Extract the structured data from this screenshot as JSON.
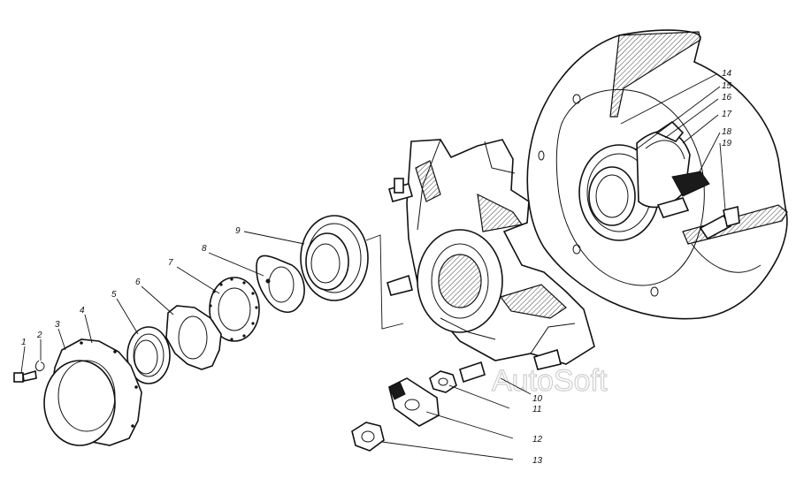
{
  "callouts": [
    {
      "id": "1",
      "text": "1"
    },
    {
      "id": "2",
      "text": "2"
    },
    {
      "id": "3",
      "text": "3"
    },
    {
      "id": "4",
      "text": "4"
    },
    {
      "id": "5",
      "text": "5"
    },
    {
      "id": "6",
      "text": "6"
    },
    {
      "id": "7",
      "text": "7"
    },
    {
      "id": "8",
      "text": "8"
    },
    {
      "id": "9",
      "text": "9"
    },
    {
      "id": "10",
      "text": "10"
    },
    {
      "id": "11",
      "text": "11"
    },
    {
      "id": "12",
      "text": "12"
    },
    {
      "id": "13",
      "text": "13"
    },
    {
      "id": "14",
      "text": "14"
    },
    {
      "id": "15",
      "text": "15"
    },
    {
      "id": "16",
      "text": "16"
    },
    {
      "id": "17",
      "text": "17"
    },
    {
      "id": "18",
      "text": "18"
    },
    {
      "id": "19",
      "text": "19"
    }
  ],
  "watermark": "AutoSoft"
}
